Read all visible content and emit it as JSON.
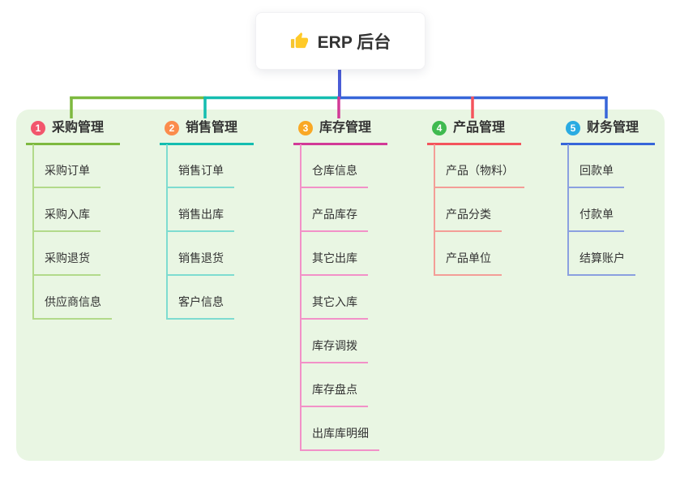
{
  "root": {
    "label": "ERP 后台",
    "icon": "thumbs-up"
  },
  "canvas": {
    "panel_bg": "#E9F6E3",
    "root_connector_color": "#4A5CD6"
  },
  "branches": [
    {
      "badge": "1",
      "label": "采购管理",
      "badge_color": "#F2566C",
      "line_color": "#7DB93F",
      "child_line_color": "#B2DA8A",
      "children": [
        "采购订单",
        "采购入库",
        "采购退货",
        "供应商信息"
      ]
    },
    {
      "badge": "2",
      "label": "销售管理",
      "badge_color": "#FB8C4C",
      "line_color": "#14BDB0",
      "child_line_color": "#7EDCD0",
      "children": [
        "销售订单",
        "销售出库",
        "销售退货",
        "客户信息"
      ]
    },
    {
      "badge": "3",
      "label": "库存管理",
      "badge_color": "#F9A825",
      "line_color": "#D23A97",
      "child_line_color": "#F291C8",
      "children": [
        "仓库信息",
        "产品库存",
        "其它出库",
        "其它入库",
        "库存调拨",
        "库存盘点",
        "出库库明细"
      ]
    },
    {
      "badge": "4",
      "label": "产品管理",
      "badge_color": "#3FBA4F",
      "line_color": "#F4545C",
      "child_line_color": "#F49D97",
      "children": [
        "产品（物料）",
        "产品分类",
        "产品单位"
      ]
    },
    {
      "badge": "5",
      "label": "财务管理",
      "badge_color": "#2AABE2",
      "line_color": "#3766D9",
      "child_line_color": "#8BA0E0",
      "children": [
        "回款单",
        "付款单",
        "结算账户"
      ]
    }
  ]
}
